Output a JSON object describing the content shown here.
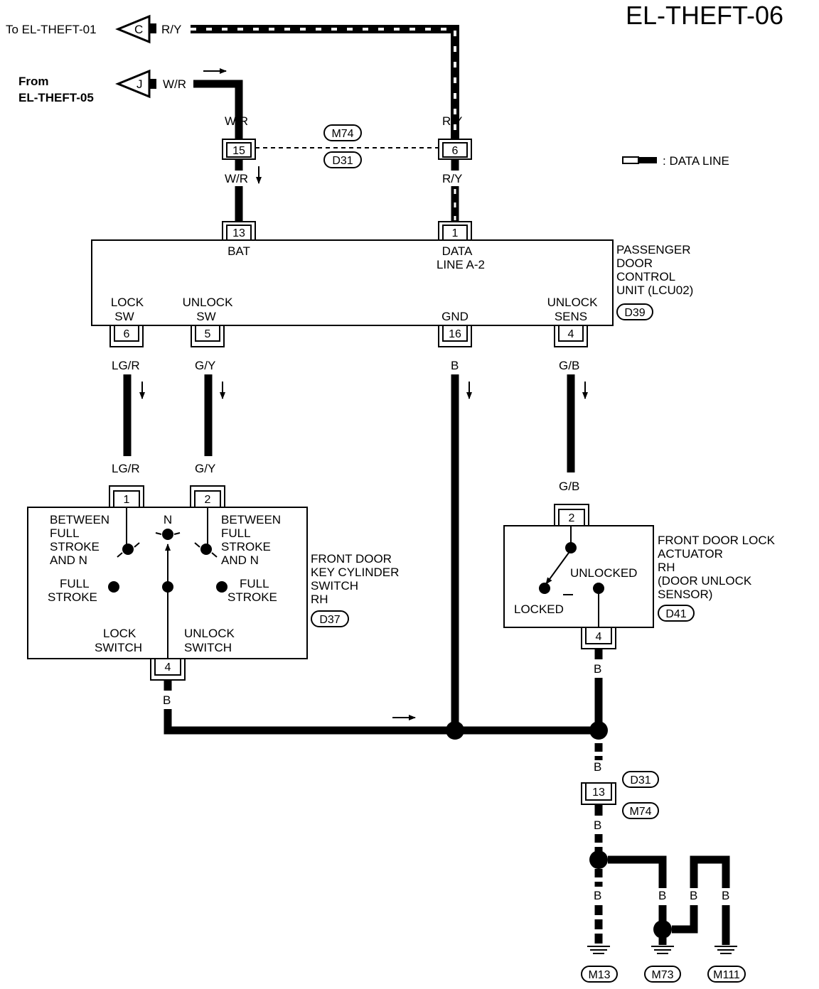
{
  "title": "EL-THEFT-06",
  "legend": {
    "data_line": ": DATA LINE"
  },
  "refs": {
    "to_theft01": "To EL-THEFT-01",
    "from_line1": "From",
    "from_line2": "EL-THEFT-05",
    "conn_c": "C",
    "conn_j": "J"
  },
  "wires": {
    "ry": "R/Y",
    "wr": "W/R",
    "lgr": "LG/R",
    "gy": "G/Y",
    "b": "B",
    "gb": "G/B"
  },
  "connectors": {
    "m74": "M74",
    "d31": "D31",
    "d39": "D39",
    "d37": "D37",
    "d41": "D41",
    "m13": "M13",
    "m73": "M73",
    "m111": "M111"
  },
  "pins": {
    "p15": "15",
    "p6a": "6",
    "p13a": "13",
    "p1a": "1",
    "p6b": "6",
    "p5": "5",
    "p16": "16",
    "p4a": "4",
    "p1b": "1",
    "p2a": "2",
    "p4b": "4",
    "p2b": "2",
    "p4c": "4",
    "p13b": "13"
  },
  "unit": {
    "bat": "BAT",
    "data1": "DATA",
    "data2": "LINE A-2",
    "lock1": "LOCK",
    "lock2": "SW",
    "unlock1": "UNLOCK",
    "unlock2": "SW",
    "gnd": "GND",
    "sens1": "UNLOCK",
    "sens2": "SENS",
    "name1": "PASSENGER",
    "name2": "DOOR",
    "name3": "CONTROL",
    "name4": "UNIT (LCU02)"
  },
  "keyswitch": {
    "between_l1": "BETWEEN",
    "between_l2": "FULL",
    "between_l3": "STROKE",
    "between_l4": "AND N",
    "between_r1": "BETWEEN",
    "between_r2": "FULL",
    "between_r3": "STROKE",
    "between_r4": "AND N",
    "n": "N",
    "full_l1": "FULL",
    "full_l2": "STROKE",
    "full_r1": "FULL",
    "full_r2": "STROKE",
    "lock1": "LOCK",
    "lock2": "SWITCH",
    "unlock1": "UNLOCK",
    "unlock2": "SWITCH",
    "name1": "FRONT DOOR",
    "name2": "KEY CYLINDER",
    "name3": "SWITCH",
    "name4": "RH"
  },
  "actuator": {
    "unlocked": "UNLOCKED",
    "locked": "LOCKED",
    "name1": "FRONT DOOR LOCK",
    "name2": "ACTUATOR",
    "name3": "RH",
    "name4": "(DOOR UNLOCK",
    "name5": "SENSOR)"
  }
}
